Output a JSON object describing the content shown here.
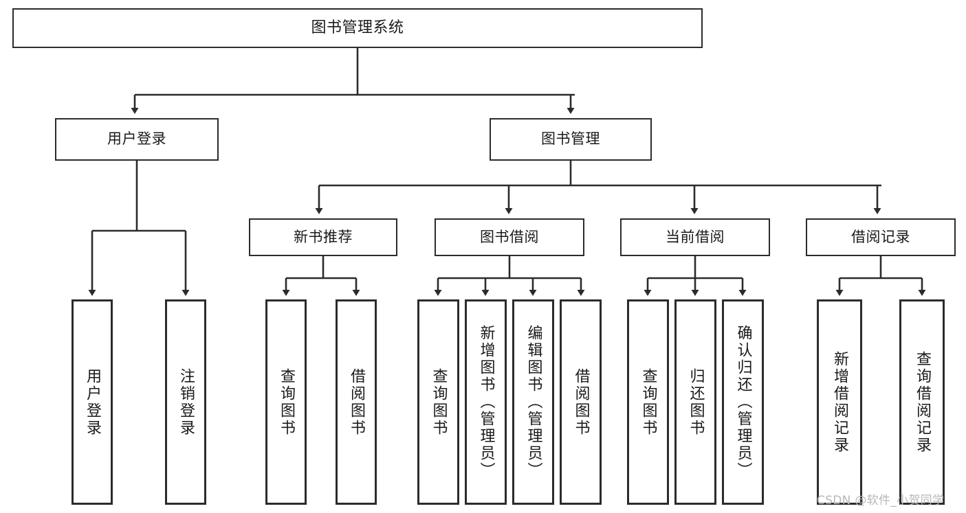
{
  "diagram": {
    "title": "图书管理系统",
    "type": "hierarchy-tree",
    "colors": {
      "stroke": "#2b2b2b",
      "fill": "#ffffff",
      "text": "#1a1a1a",
      "watermark": "#b7b7b7"
    },
    "root": {
      "label": "图书管理系统"
    },
    "level2": [
      {
        "label": "用户登录"
      },
      {
        "label": "图书管理"
      }
    ],
    "level3": [
      {
        "label": "新书推荐"
      },
      {
        "label": "图书借阅"
      },
      {
        "label": "当前借阅"
      },
      {
        "label": "借阅记录"
      }
    ],
    "leaves": {
      "user_login": [
        {
          "label": "用户登录"
        },
        {
          "label": "注销登录"
        }
      ],
      "new_book_recommend": [
        {
          "label": "查询图书"
        },
        {
          "label": "借阅图书"
        }
      ],
      "book_borrow": [
        {
          "label": "查询图书"
        },
        {
          "label": "新增图书（管理员）"
        },
        {
          "label": "编辑图书（管理员）"
        },
        {
          "label": "借阅图书"
        }
      ],
      "current_borrow": [
        {
          "label": "查询图书"
        },
        {
          "label": "归还图书"
        },
        {
          "label": "确认归还（管理员）"
        }
      ],
      "borrow_record": [
        {
          "label": "新增借阅记录"
        },
        {
          "label": "查询借阅记录"
        }
      ]
    }
  },
  "watermark": {
    "text": "CSDN @软件_小贺同学"
  }
}
